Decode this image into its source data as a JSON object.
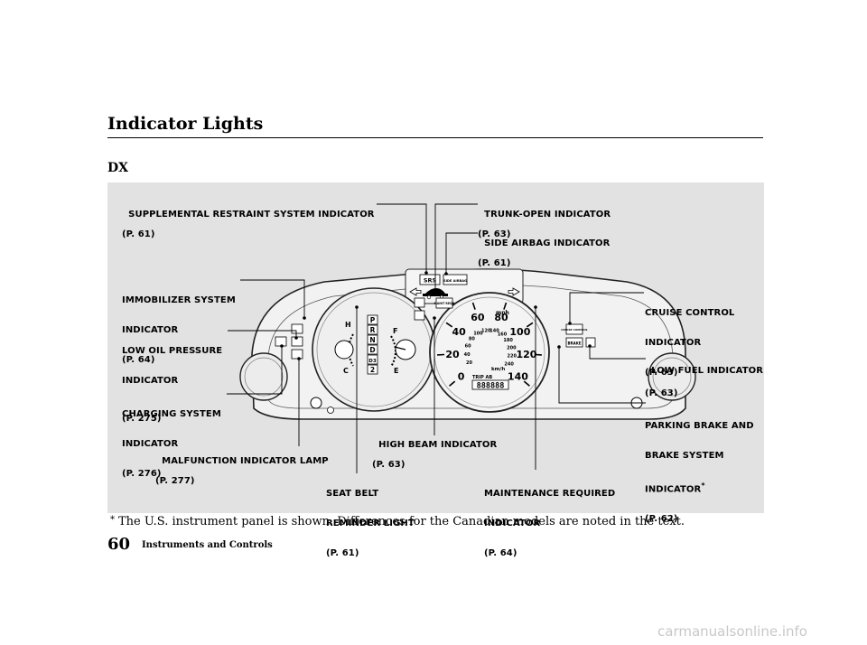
{
  "page": {
    "title": "Indicator Lights",
    "variant": "DX",
    "footnote_marker": "*",
    "footnote": "The U.S. instrument panel is shown. Differences for the Canadian models are noted in the text.",
    "page_number": "60",
    "section": "Instruments and Controls",
    "watermark": "carmanualsonline.info"
  },
  "labels": {
    "srs": {
      "name": "SUPPLEMENTAL RESTRAINT SYSTEM INDICATOR",
      "ref": "(P. 61)"
    },
    "trunk": {
      "name": "TRUNK-OPEN INDICATOR",
      "ref": "(P. 63)"
    },
    "side_airbag": {
      "name": "SIDE AIRBAG INDICATOR",
      "ref": "(P. 61)"
    },
    "immobilizer": {
      "line1": "IMMOBILIZER SYSTEM",
      "line2": "INDICATOR",
      "ref": "(P. 64)"
    },
    "cruise": {
      "line1": "CRUISE CONTROL",
      "line2": "INDICATOR",
      "ref": "(P. 63)"
    },
    "oil": {
      "line1": "LOW OIL PRESSURE",
      "line2": "INDICATOR",
      "ref": "(P. 275)"
    },
    "fuel": {
      "name": "LOW FUEL INDICATOR",
      "ref": "(P. 63)"
    },
    "charging": {
      "line1": "CHARGING SYSTEM",
      "line2": "INDICATOR",
      "ref": "(P. 276)"
    },
    "parking": {
      "line1": "PARKING BRAKE AND",
      "line2": "BRAKE SYSTEM",
      "line3": "INDICATOR",
      "ref": "(P. 62)"
    },
    "high_beam": {
      "name": "HIGH BEAM INDICATOR",
      "ref": "(P. 63)"
    },
    "mil": {
      "name": "MALFUNCTION INDICATOR LAMP",
      "ref": "(P. 277)"
    },
    "seat_belt": {
      "line1": "SEAT BELT",
      "line2": "REMINDER LIGHT",
      "ref": "(P. 61)"
    },
    "maintenance": {
      "line1": "MAINTENANCE REQUIRED",
      "line2": "INDICATOR",
      "ref": "(P. 64)"
    }
  },
  "cluster": {
    "srs_text": "SRS",
    "side_airbag_text": "SIDE AIRBAG",
    "maint_text": "MAINT REQD",
    "cruise_text": "CRUISE CONTROL",
    "brake_text": "BRAKE",
    "temp_hot": "H",
    "temp_cold": "C",
    "fuel_full": "F",
    "fuel_empty": "E",
    "gears": [
      "P",
      "R",
      "N",
      "D",
      "D3",
      "2"
    ],
    "mph_ticks": [
      "0",
      "20",
      "40",
      "60",
      "80",
      "100",
      "120",
      "140"
    ],
    "kmh_ticks": [
      "20",
      "40",
      "60",
      "80",
      "100",
      "120",
      "140",
      "160",
      "180",
      "200",
      "220",
      "240"
    ],
    "mph_unit": "mph",
    "kmh_unit": "km/h",
    "trip": "TRIP AB",
    "odometer": "888888"
  }
}
